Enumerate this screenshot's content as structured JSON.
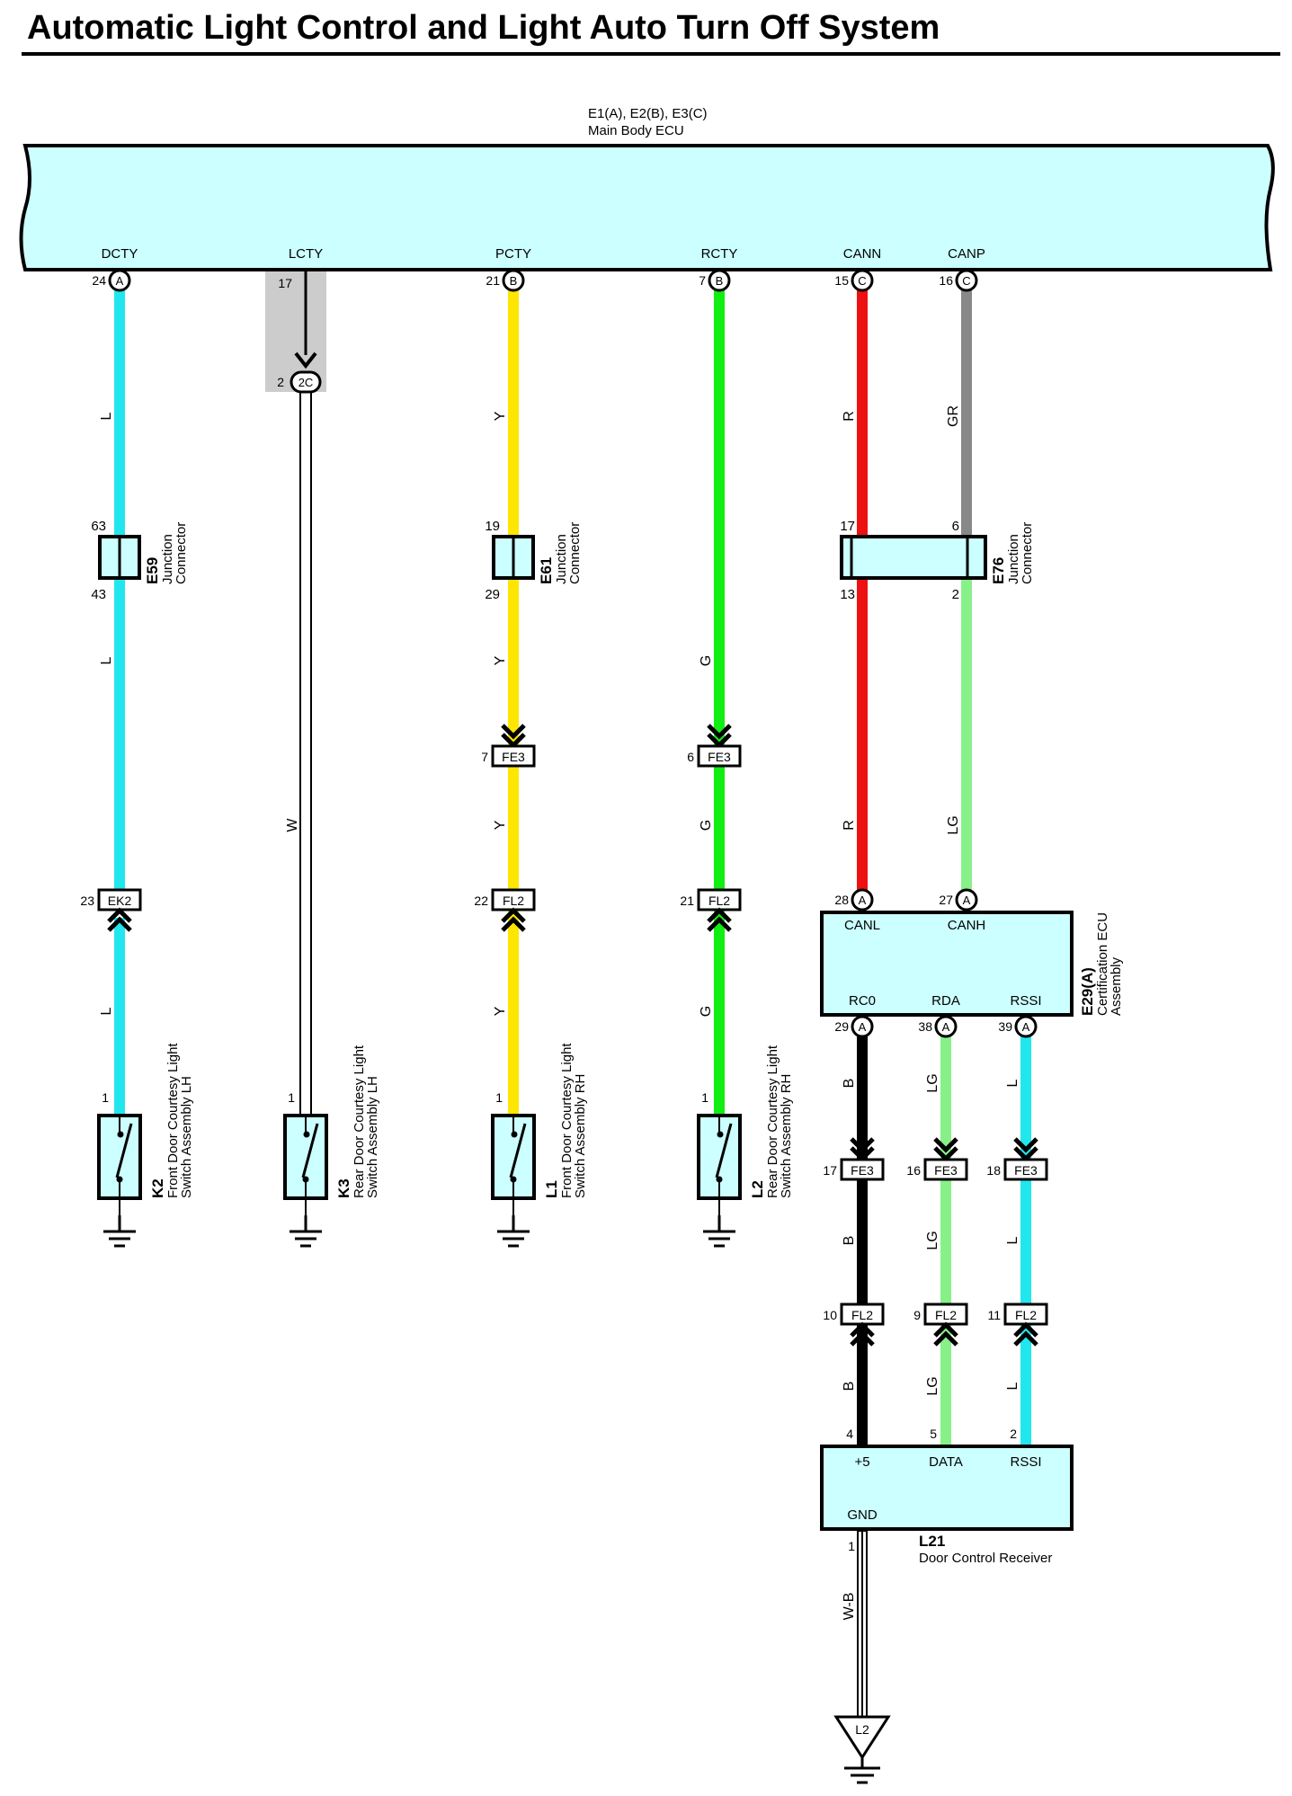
{
  "title": "Automatic Light Control and Light Auto Turn Off System",
  "colors": {
    "body_fill": "#ccffff",
    "L": "#22e6ee",
    "Y": "#ffe600",
    "G": "#11ee11",
    "R": "#ee1111",
    "GR": "#888888",
    "LG": "#88f088",
    "B": "#000000",
    "W": "#ffffff",
    "shield": "#cccccc"
  },
  "main_ecu": {
    "ref": "E1(A), E2(B), E3(C)",
    "name": "Main Body ECU",
    "terminals": [
      {
        "name": "DCTY",
        "pin": "24",
        "conn": "A"
      },
      {
        "name": "LCTY",
        "pin": "17",
        "conn": ""
      },
      {
        "name": "PCTY",
        "pin": "21",
        "conn": "B"
      },
      {
        "name": "RCTY",
        "pin": "7",
        "conn": "B"
      },
      {
        "name": "CANN",
        "pin": "15",
        "conn": "C"
      },
      {
        "name": "CANP",
        "pin": "16",
        "conn": "C"
      }
    ]
  },
  "lcty_connector": {
    "pin": "2",
    "id": "2C"
  },
  "junctions": [
    {
      "id": "E59",
      "name1": "Junction",
      "name2": "Connector",
      "pin_top": "63",
      "pin_bottom": "43"
    },
    {
      "id": "E61",
      "name1": "Junction",
      "name2": "Connector",
      "pin_top": "19",
      "pin_bottom": "29"
    },
    {
      "id": "E76",
      "name1": "Junction",
      "name2": "Connector",
      "pin_top_left": "17",
      "pin_bottom_left": "13",
      "pin_top_right": "6",
      "pin_bottom_right": "2"
    }
  ],
  "wire_labels": {
    "dcty": [
      "L",
      "L",
      "L"
    ],
    "lcty": [
      "W"
    ],
    "pcty": [
      "Y",
      "Y",
      "Y",
      "Y"
    ],
    "rcty": [
      "G",
      "G",
      "G"
    ],
    "cann": [
      "R",
      "R"
    ],
    "canp": [
      "GR",
      "LG"
    ],
    "rc0": [
      "B",
      "B",
      "B"
    ],
    "rda": [
      "LG",
      "LG",
      "LG"
    ],
    "rssi": [
      "L",
      "L",
      "L"
    ],
    "gnd": [
      "W-B"
    ]
  },
  "inline_connectors": [
    {
      "id": "FE3",
      "pin": "7"
    },
    {
      "id": "FE3",
      "pin": "6"
    },
    {
      "id": "EK2",
      "pin": "23"
    },
    {
      "id": "FL2",
      "pin": "22"
    },
    {
      "id": "FL2",
      "pin": "21"
    },
    {
      "id": "FE3",
      "pin": "17"
    },
    {
      "id": "FE3",
      "pin": "16"
    },
    {
      "id": "FE3",
      "pin": "18"
    },
    {
      "id": "FL2",
      "pin": "10"
    },
    {
      "id": "FL2",
      "pin": "9"
    },
    {
      "id": "FL2",
      "pin": "11"
    }
  ],
  "switches": [
    {
      "id": "K2",
      "name1": "Front Door Courtesy Light",
      "name2": "Switch Assembly LH",
      "pin": "1"
    },
    {
      "id": "K3",
      "name1": "Rear Door Courtesy Light",
      "name2": "Switch Assembly LH",
      "pin": "1"
    },
    {
      "id": "L1",
      "name1": "Front Door Courtesy Light",
      "name2": "Switch Assembly RH",
      "pin": "1"
    },
    {
      "id": "L2",
      "name1": "Rear Door Courtesy Light",
      "name2": "Switch Assembly RH",
      "pin": "1"
    }
  ],
  "cert_ecu": {
    "id": "E29(A)",
    "name1": "Certification ECU",
    "name2": "Assembly",
    "top_terminals": [
      {
        "name": "CANL",
        "pin": "28",
        "conn": "A"
      },
      {
        "name": "CANH",
        "pin": "27",
        "conn": "A"
      }
    ],
    "bottom_terminals": [
      {
        "name": "RC0",
        "pin": "29",
        "conn": "A"
      },
      {
        "name": "RDA",
        "pin": "38",
        "conn": "A"
      },
      {
        "name": "RSSI",
        "pin": "39",
        "conn": "A"
      }
    ]
  },
  "receiver": {
    "id": "L21",
    "name": "Door Control Receiver",
    "terminals": [
      {
        "name": "+5",
        "pin": "4"
      },
      {
        "name": "DATA",
        "pin": "5"
      },
      {
        "name": "RSSI",
        "pin": "2"
      }
    ],
    "gnd_name": "GND",
    "gnd_pin": "1"
  },
  "ground_point": "L2"
}
